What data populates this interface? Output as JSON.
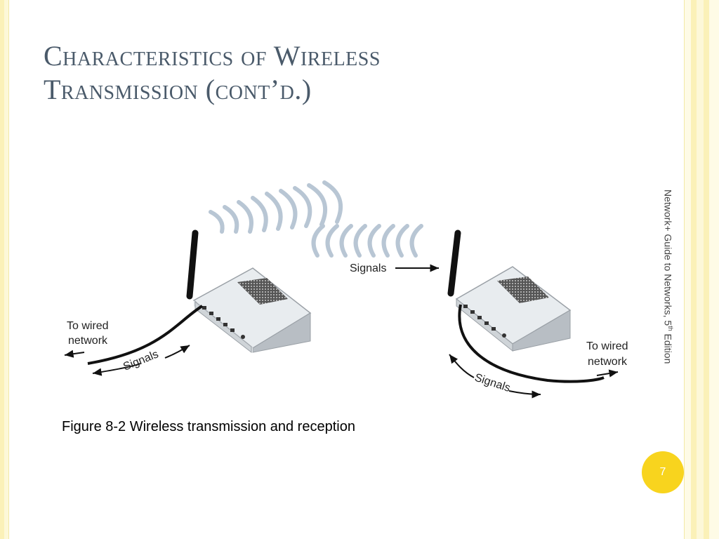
{
  "slide": {
    "title_line1": "Characteristics of Wireless",
    "title_line2": "Transmission (cont’d.)",
    "side_text_main": "Network+ Guide to Networks, 5",
    "side_text_sup": "th",
    "side_text_end": " Edition",
    "page_number": "7"
  },
  "figure": {
    "caption": "Figure 8-2 Wireless transmission and reception",
    "labels": {
      "signals_center": "Signals",
      "signals_left": "Signals",
      "signals_right": "Signals",
      "to_wired_left_1": "To wired",
      "to_wired_left_2": "network",
      "to_wired_right_1": "To wired",
      "to_wired_right_2": "network"
    }
  },
  "colors": {
    "accent_yellow": "#f8d41e",
    "border_yellow": "#fbf1b8",
    "title_color": "#4a5a6a"
  }
}
